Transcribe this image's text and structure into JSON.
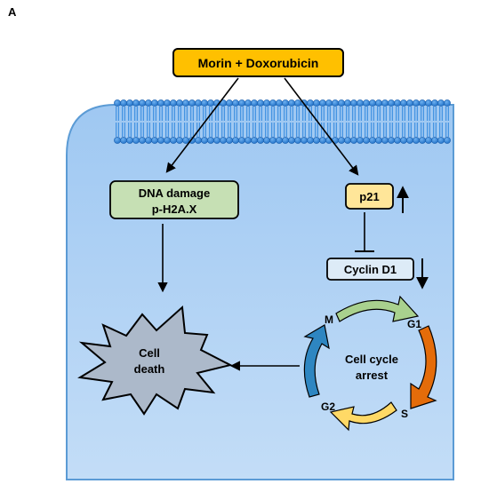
{
  "panel_label": "A",
  "treatment": {
    "label": "Morin + Doxorubicin",
    "fill": "#FFC000"
  },
  "dna_damage": {
    "line1": "DNA damage",
    "line2": "p-H2A.X",
    "fill": "#C6E0B4"
  },
  "p21": {
    "label": "p21",
    "trend": "up",
    "fill": "#FFE699"
  },
  "cyclin_d1": {
    "label": "Cyclin D1",
    "trend": "down",
    "fill": "#DDEBF7"
  },
  "cell_death": {
    "line1": "Cell",
    "line2": "death",
    "fill": "#ACB9CA"
  },
  "cell_cycle": {
    "center_line1": "Cell cycle",
    "center_line2": "arrest",
    "phases": [
      "M",
      "G1",
      "S",
      "G2"
    ],
    "arc_colors": {
      "M_to_G1": "#A9D18E",
      "G1_to_S": "#E46C0A",
      "S_to_G2": "#FFD966",
      "G2_to_M": "#2E86C1"
    }
  },
  "colors": {
    "cell_fill": "#A9CDF3",
    "cell_stroke": "#5B9BD5",
    "membrane": "#2E86DE"
  }
}
